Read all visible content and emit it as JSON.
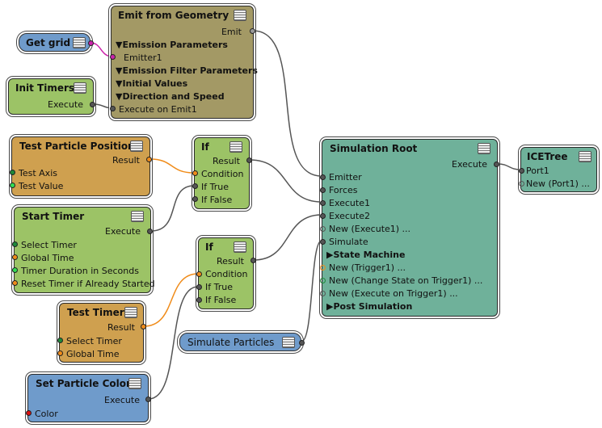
{
  "colors": {
    "olive": "#a39965",
    "green": "#9cc366",
    "orange": "#cfa04f",
    "blue": "#6f9bcb",
    "teal": "#6fb19a",
    "wire": "#555555",
    "wire_orange": "#f08c1a",
    "wire_magenta": "#cc22aa"
  },
  "nodes": {
    "emit_from_geometry": {
      "title": "Emit from Geometry",
      "out_emit": "Emit",
      "group_emission": "Emission Parameters",
      "in_emitter1": "Emitter1",
      "group_filter": "Emission Filter Parameters",
      "group_initial": "Initial Values",
      "group_direction": "Direction and Speed",
      "in_execute_on_emit1": "Execute on Emit1"
    },
    "get_grid": {
      "title": "Get grid"
    },
    "init_timers": {
      "title": "Init Timers",
      "out_execute": "Execute"
    },
    "test_particle_position": {
      "title": "Test Particle Position",
      "out_result": "Result",
      "in_test_axis": "Test Axis",
      "in_test_value": "Test Value"
    },
    "if_1": {
      "title": "If",
      "out_result": "Result",
      "in_condition": "Condition",
      "in_if_true": "If True",
      "in_if_false": "If False"
    },
    "start_timer": {
      "title": "Start Timer",
      "out_execute": "Execute",
      "in_select_timer": "Select Timer",
      "in_global_time": "Global Time",
      "in_timer_duration": "Timer Duration in Seconds",
      "in_reset_timer": "Reset Timer if Already Started"
    },
    "if_2": {
      "title": "If",
      "out_result": "Result",
      "in_condition": "Condition",
      "in_if_true": "If True",
      "in_if_false": "If False"
    },
    "test_timer": {
      "title": "Test Timer",
      "out_result": "Result",
      "in_select_timer": "Select Timer",
      "in_global_time": "Global Time"
    },
    "set_particle_color": {
      "title": "Set Particle Color",
      "out_execute": "Execute",
      "in_color": "Color"
    },
    "simulate_particles": {
      "title": "Simulate Particles"
    },
    "simulation_root": {
      "title": "Simulation Root",
      "out_execute": "Execute",
      "in_emitter": "Emitter",
      "in_forces": "Forces",
      "in_execute1": "Execute1",
      "in_execute2": "Execute2",
      "in_new_execute1": "New (Execute1) ...",
      "in_simulate": "Simulate",
      "group_state_machine": "State Machine",
      "in_new_trigger1": "New (Trigger1) ...",
      "in_new_change_state": "New (Change State on Trigger1) ...",
      "in_new_execute_on_trigger1": "New (Execute on Trigger1) ...",
      "group_post_simulation": "Post Simulation"
    },
    "icetree": {
      "title": "ICETree",
      "in_port1": "Port1",
      "in_new_port1": "New (Port1) ..."
    }
  },
  "connections": [
    {
      "from": "get_grid.out",
      "to": "emit_from_geometry.in_emitter1",
      "color": "magenta"
    },
    {
      "from": "init_timers.out_execute",
      "to": "emit_from_geometry.in_execute_on_emit1",
      "color": "gray"
    },
    {
      "from": "emit_from_geometry.out_emit",
      "to": "simulation_root.in_emitter",
      "color": "gray"
    },
    {
      "from": "test_particle_position.out_result",
      "to": "if_1.in_condition",
      "color": "orange"
    },
    {
      "from": "start_timer.out_execute",
      "to": "if_1.in_if_true",
      "color": "gray"
    },
    {
      "from": "if_1.out_result",
      "to": "simulation_root.in_execute1",
      "color": "gray"
    },
    {
      "from": "test_timer.out_result",
      "to": "if_2.in_condition",
      "color": "orange"
    },
    {
      "from": "set_particle_color.out_execute",
      "to": "if_2.in_if_true",
      "color": "gray"
    },
    {
      "from": "if_2.out_result",
      "to": "simulation_root.in_execute2",
      "color": "gray"
    },
    {
      "from": "simulate_particles.out",
      "to": "simulation_root.in_simulate",
      "color": "gray"
    },
    {
      "from": "simulation_root.out_execute",
      "to": "icetree.in_port1",
      "color": "gray"
    }
  ]
}
